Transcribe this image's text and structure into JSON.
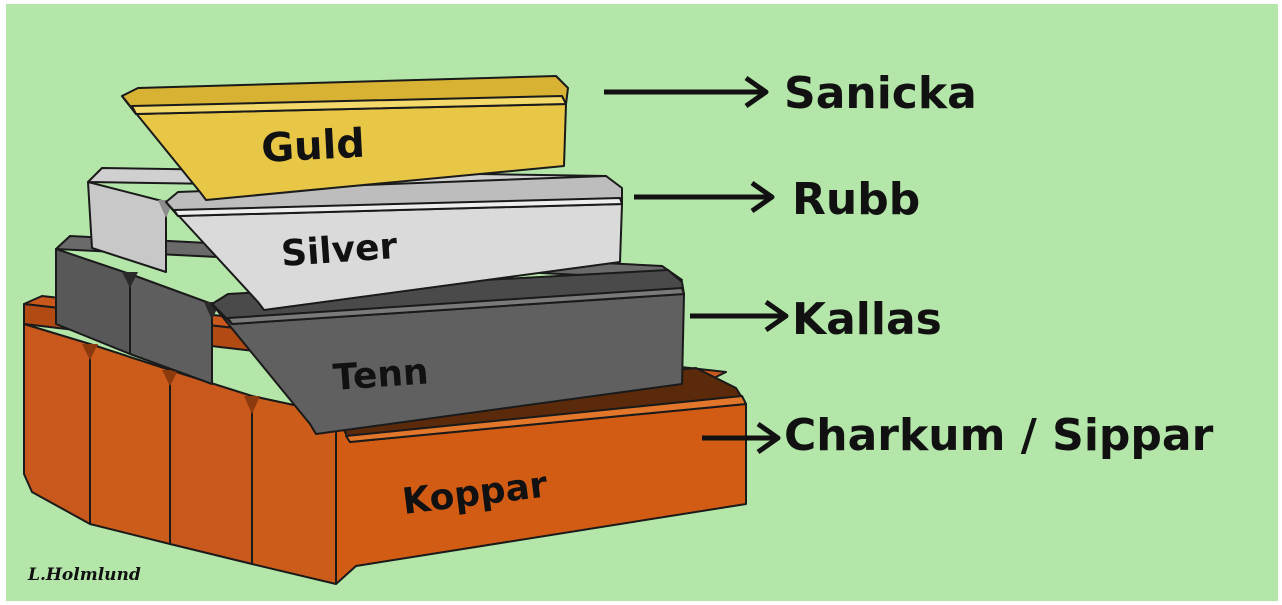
{
  "bars": [
    {
      "label": "Guld",
      "maps_to": "Sanicka",
      "color": "#e8c646"
    },
    {
      "label": "Silver",
      "maps_to": "Rubb",
      "color": "#d5d5d5"
    },
    {
      "label": "Tenn",
      "maps_to": "Kallas",
      "color": "#5e5e5e"
    },
    {
      "label": "Koppar",
      "maps_to": "Charkum / Sippar",
      "color": "#d45a12"
    }
  ],
  "signature": "L.Holmlund",
  "background_color": "#b3e6a8"
}
